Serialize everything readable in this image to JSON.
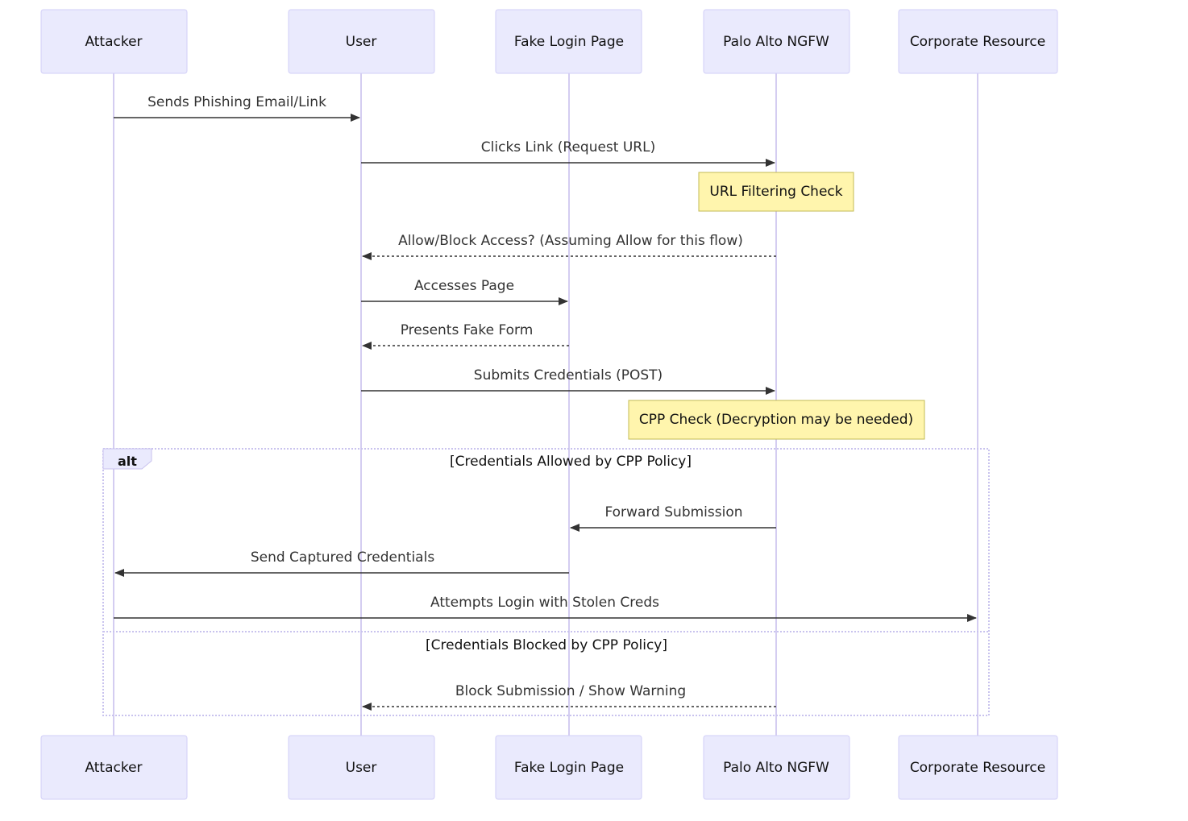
{
  "participants": [
    {
      "id": "attacker",
      "label": "Attacker"
    },
    {
      "id": "user",
      "label": "User"
    },
    {
      "id": "fake",
      "label": "Fake Login Page"
    },
    {
      "id": "ngfw",
      "label": "Palo Alto NGFW"
    },
    {
      "id": "corp",
      "label": "Corporate Resource"
    }
  ],
  "messages": [
    {
      "from": "attacker",
      "to": "user",
      "text": "Sends Phishing Email/Link",
      "style": "solid"
    },
    {
      "from": "user",
      "to": "ngfw",
      "text": "Clicks Link (Request URL)",
      "style": "solid"
    },
    {
      "from": "ngfw",
      "to": "user",
      "text": "Allow/Block Access? (Assuming Allow for this flow)",
      "style": "dashed"
    },
    {
      "from": "user",
      "to": "fake",
      "text": "Accesses Page",
      "style": "solid"
    },
    {
      "from": "fake",
      "to": "user",
      "text": "Presents Fake Form",
      "style": "dashed"
    },
    {
      "from": "user",
      "to": "ngfw",
      "text": "Submits Credentials (POST)",
      "style": "solid"
    },
    {
      "from": "ngfw",
      "to": "fake",
      "text": "Forward Submission",
      "style": "solid"
    },
    {
      "from": "fake",
      "to": "attacker",
      "text": "Send Captured Credentials",
      "style": "solid"
    },
    {
      "from": "attacker",
      "to": "corp",
      "text": "Attempts Login with Stolen Creds",
      "style": "solid"
    },
    {
      "from": "ngfw",
      "to": "user",
      "text": "Block Submission / Show Warning",
      "style": "dashed"
    }
  ],
  "notes": [
    {
      "over": "ngfw",
      "text": "URL Filtering Check"
    },
    {
      "over": "ngfw",
      "text": "CPP Check (Decryption may be needed)"
    }
  ],
  "alt_frame": {
    "keyword": "alt",
    "sections": [
      {
        "condition": "[Credentials Allowed by CPP Policy]"
      },
      {
        "condition": "[Credentials Blocked by CPP Policy]"
      }
    ]
  },
  "colors": {
    "actor_fill": "#eaeafd",
    "actor_border": "#d2cff7",
    "lifeline": "#d4cdf1",
    "note_fill": "#fff5ad",
    "note_border": "#c3bb54",
    "arrow": "#333333"
  }
}
